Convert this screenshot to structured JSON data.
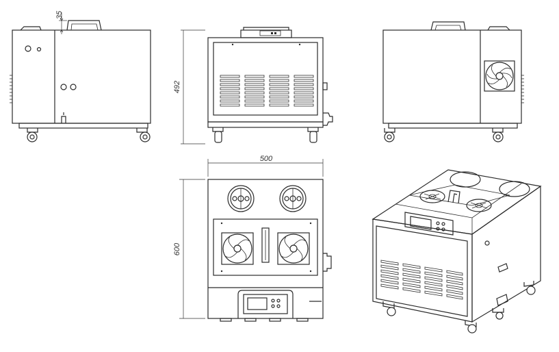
{
  "dimensions": {
    "handle_height": "35",
    "height": "492",
    "width": "500",
    "depth": "600"
  }
}
